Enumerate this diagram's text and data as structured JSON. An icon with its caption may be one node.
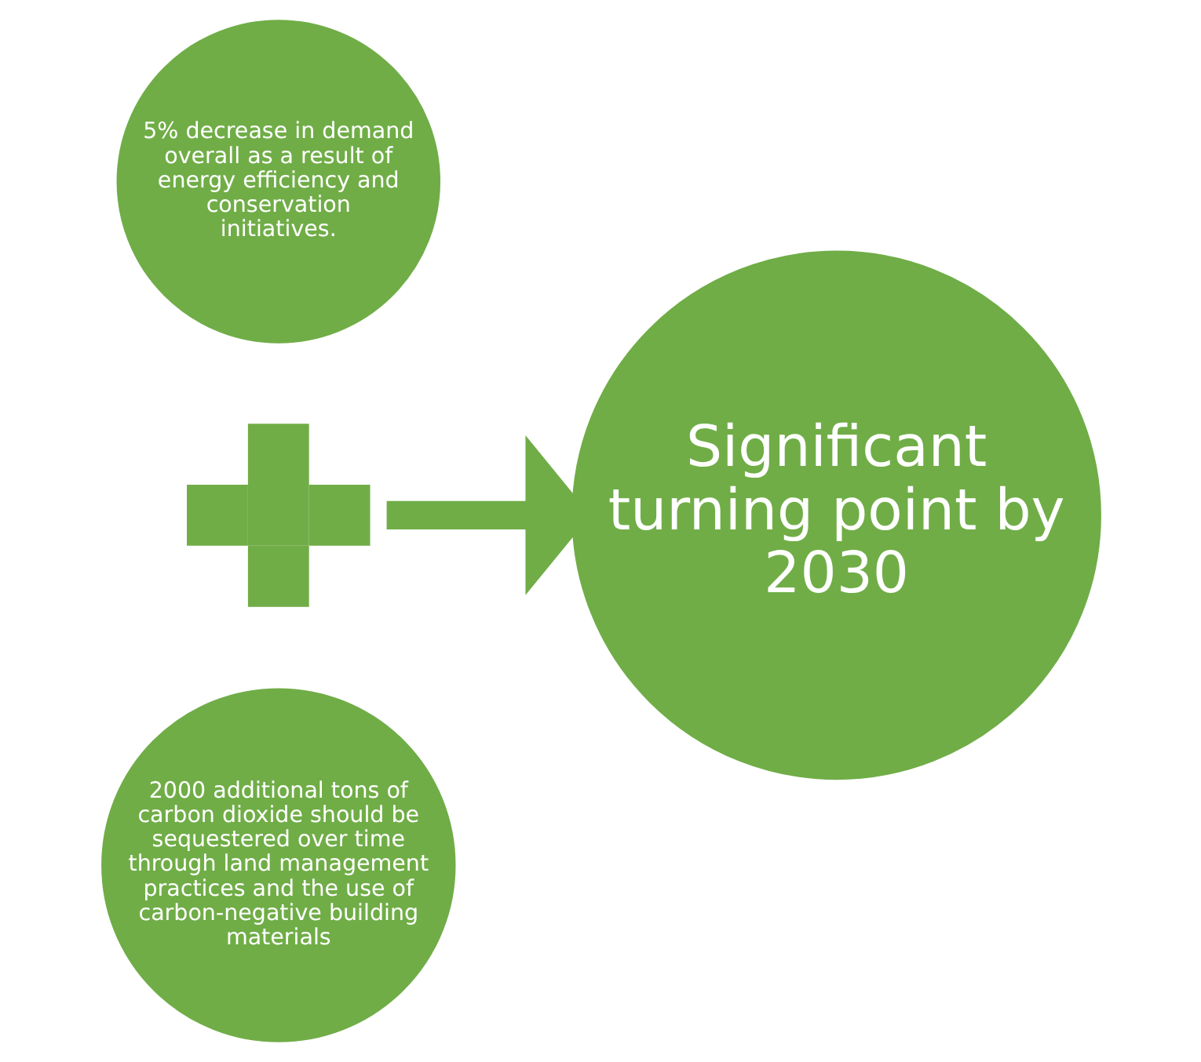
{
  "diagram": {
    "nodes": [
      {
        "text": [
          "5% decrease in demand overall as a result of energy efficiency and conservation initiatives."
        ]
      },
      {
        "text": [],
        "shape": "plus"
      },
      {
        "text": [
          "2000 additional tons of carbon dioxide should be sequestered over time through land management practices and the use of carbon-negative building materials"
        ]
      },
      {
        "text": [
          "Significant turning point by 2030"
        ]
      }
    ],
    "edges": [
      {
        "from": 1,
        "to": 3,
        "arrow": "to"
      }
    ]
  }
}
